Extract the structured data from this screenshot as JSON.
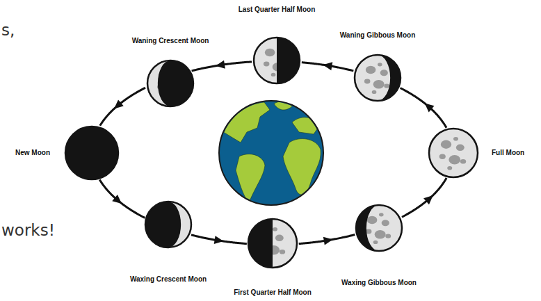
{
  "diagram": {
    "nodes": [
      {
        "text": [
          "Last Quarter Half Moon"
        ]
      },
      {
        "text": [
          "Waning Crescent Moon"
        ]
      },
      {
        "text": [
          "Waning Gibbous Moon"
        ]
      },
      {
        "text": [
          "New Moon"
        ]
      },
      {
        "text": [
          "Full Moon"
        ]
      },
      {
        "text": [
          "Waxing Crescent Moon"
        ]
      },
      {
        "text": [
          "Waxing Gibbous Moon"
        ]
      },
      {
        "text": [
          "First Quarter Half Moon"
        ]
      }
    ],
    "edges": [
      {
        "from": 4,
        "to": 2,
        "arrow": "to"
      },
      {
        "from": 2,
        "to": 0,
        "arrow": "to"
      },
      {
        "from": 0,
        "to": 1,
        "arrow": "to"
      },
      {
        "from": 1,
        "to": 3,
        "arrow": "to"
      },
      {
        "from": 3,
        "to": 5,
        "arrow": "to"
      },
      {
        "from": 5,
        "to": 7,
        "arrow": "to"
      },
      {
        "from": 7,
        "to": 6,
        "arrow": "to"
      },
      {
        "from": 6,
        "to": 4,
        "arrow": "to"
      }
    ],
    "labels": [
      "s,",
      "works!"
    ]
  }
}
